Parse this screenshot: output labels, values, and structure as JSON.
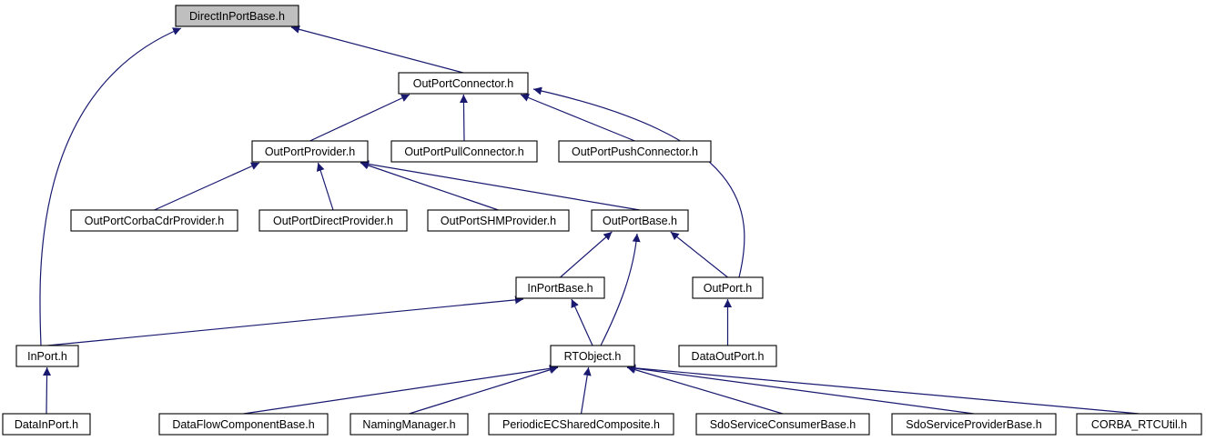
{
  "graph": {
    "colors": {
      "edge": "#191970",
      "node_fill": "#ffffff",
      "root_fill": "#bfbfbf",
      "node_border": "#000000"
    },
    "nodes": [
      {
        "id": "DirectInPortBase",
        "label": "DirectInPortBase.h",
        "root": true
      },
      {
        "id": "OutPortConnector",
        "label": "OutPortConnector.h"
      },
      {
        "id": "OutPortProvider",
        "label": "OutPortProvider.h"
      },
      {
        "id": "OutPortPullConnector",
        "label": "OutPortPullConnector.h"
      },
      {
        "id": "OutPortPushConnector",
        "label": "OutPortPushConnector.h"
      },
      {
        "id": "OutPortCorbaCdrProvider",
        "label": "OutPortCorbaCdrProvider.h"
      },
      {
        "id": "OutPortDirectProvider",
        "label": "OutPortDirectProvider.h"
      },
      {
        "id": "OutPortSHMProvider",
        "label": "OutPortSHMProvider.h"
      },
      {
        "id": "OutPortBase",
        "label": "OutPortBase.h"
      },
      {
        "id": "InPortBase",
        "label": "InPortBase.h"
      },
      {
        "id": "OutPort",
        "label": "OutPort.h"
      },
      {
        "id": "InPort",
        "label": "InPort.h"
      },
      {
        "id": "RTObject",
        "label": "RTObject.h"
      },
      {
        "id": "DataOutPort",
        "label": "DataOutPort.h"
      },
      {
        "id": "DataInPort",
        "label": "DataInPort.h"
      },
      {
        "id": "DataFlowComponentBase",
        "label": "DataFlowComponentBase.h"
      },
      {
        "id": "NamingManager",
        "label": "NamingManager.h"
      },
      {
        "id": "PeriodicECSharedComposite",
        "label": "PeriodicECSharedComposite.h"
      },
      {
        "id": "SdoServiceConsumerBase",
        "label": "SdoServiceConsumerBase.h"
      },
      {
        "id": "SdoServiceProviderBase",
        "label": "SdoServiceProviderBase.h"
      },
      {
        "id": "CORBA_RTCUtil",
        "label": "CORBA_RTCUtil.h"
      }
    ],
    "edges": [
      {
        "from": "InPort",
        "to": "DirectInPortBase"
      },
      {
        "from": "OutPortConnector",
        "to": "DirectInPortBase"
      },
      {
        "from": "OutPortProvider",
        "to": "OutPortConnector"
      },
      {
        "from": "OutPortPullConnector",
        "to": "OutPortConnector"
      },
      {
        "from": "OutPortPushConnector",
        "to": "OutPortConnector"
      },
      {
        "from": "OutPort",
        "to": "OutPortConnector"
      },
      {
        "from": "OutPortCorbaCdrProvider",
        "to": "OutPortProvider"
      },
      {
        "from": "OutPortDirectProvider",
        "to": "OutPortProvider"
      },
      {
        "from": "OutPortSHMProvider",
        "to": "OutPortProvider"
      },
      {
        "from": "OutPortBase",
        "to": "OutPortProvider"
      },
      {
        "from": "InPortBase",
        "to": "OutPortBase"
      },
      {
        "from": "RTObject",
        "to": "OutPortBase"
      },
      {
        "from": "OutPort",
        "to": "OutPortBase"
      },
      {
        "from": "InPort",
        "to": "InPortBase"
      },
      {
        "from": "RTObject",
        "to": "InPortBase"
      },
      {
        "from": "DataOutPort",
        "to": "OutPort"
      },
      {
        "from": "DataInPort",
        "to": "InPort"
      },
      {
        "from": "DataFlowComponentBase",
        "to": "RTObject"
      },
      {
        "from": "NamingManager",
        "to": "RTObject"
      },
      {
        "from": "PeriodicECSharedComposite",
        "to": "RTObject"
      },
      {
        "from": "SdoServiceConsumerBase",
        "to": "RTObject"
      },
      {
        "from": "SdoServiceProviderBase",
        "to": "RTObject"
      },
      {
        "from": "CORBA_RTCUtil",
        "to": "RTObject"
      }
    ]
  }
}
